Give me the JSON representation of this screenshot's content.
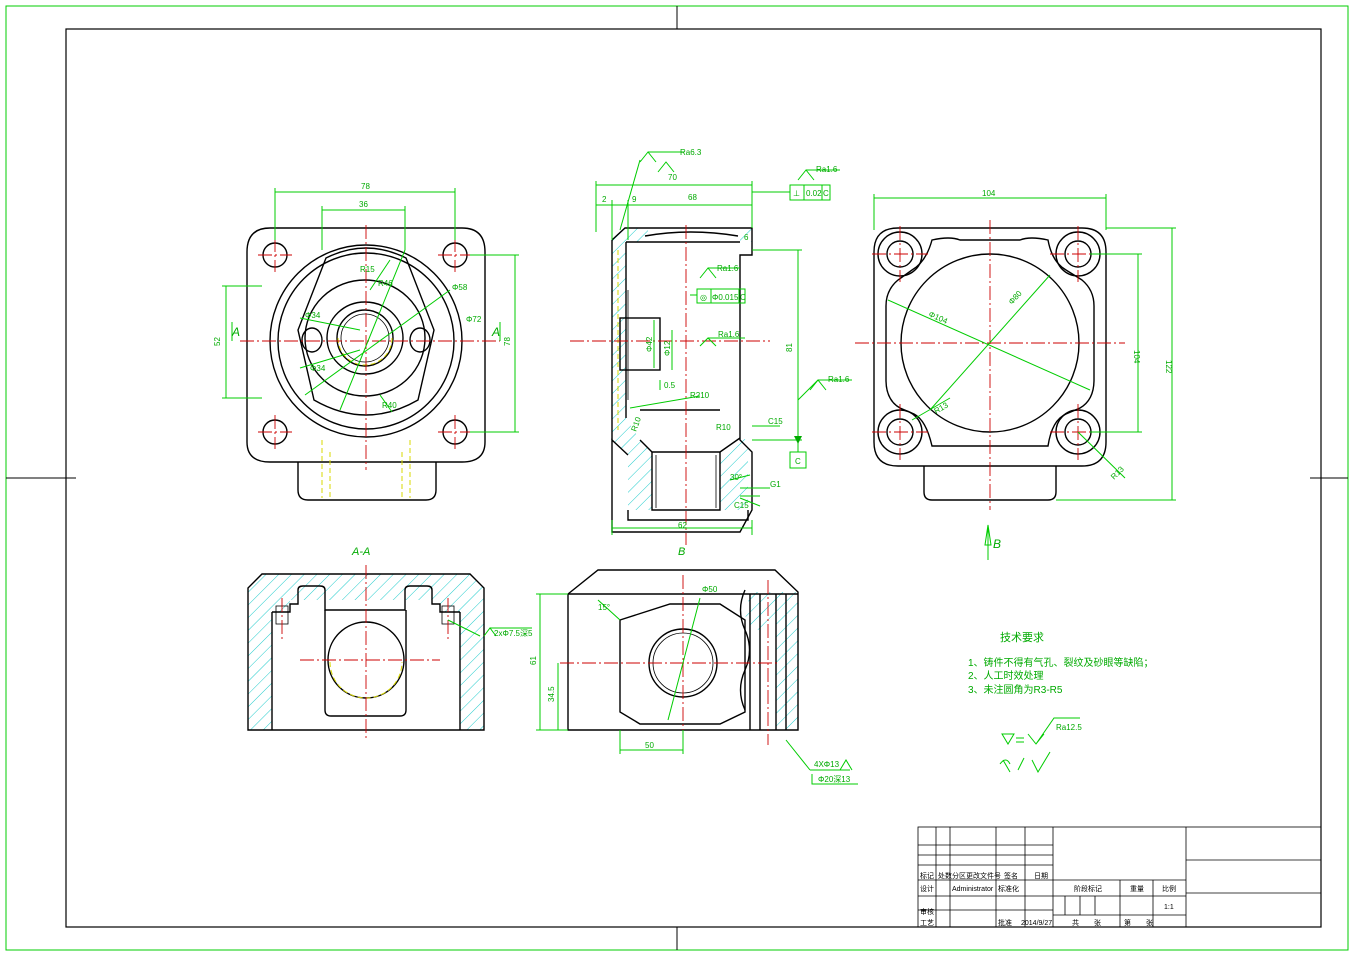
{
  "views": {
    "top": {
      "dims": {
        "d78_top": "78",
        "d36": "36",
        "d52": "52",
        "d78_side": "78",
        "phi58": "Φ58",
        "phi72": "Φ72",
        "phi34a": "Φ34",
        "phi34b": "Φ34",
        "r46": "R46",
        "r15": "R15",
        "r40": "R40"
      },
      "section_left": "A",
      "section_right": "A"
    },
    "side": {
      "dims": {
        "d70": "70",
        "d68": "68",
        "d2": "2",
        "d9": "9",
        "d62": "62",
        "d81": "81",
        "d6": "6",
        "d05": "0.5",
        "r210": "R210",
        "r10a": "R10",
        "r10b": "R10",
        "c15a": "C15",
        "c15b": "C15",
        "d30": "30°",
        "g1": "G1",
        "phi42": "Φ42",
        "phi12": "Φ12"
      },
      "roughness": {
        "top": "Ra6.3",
        "ra16a": "Ra1.6",
        "ra16b": "Ra1.6",
        "ra16c": "Ra1.6",
        "ra16d": "Ra1.6"
      },
      "tolerances": {
        "perp": "0.02",
        "perp_ref": "C",
        "coax": "Φ0.015",
        "coax_ref": "C"
      },
      "datum": "C"
    },
    "right": {
      "dims": {
        "d104_top": "104",
        "d104_side": "104",
        "d122": "122",
        "phi104": "Φ104",
        "phi80": "Φ80",
        "r13a": "R13",
        "r13b": "R13"
      },
      "arrow_label": "B"
    },
    "section": {
      "title": "A-A",
      "note": "2xΦ7.5深5"
    },
    "bview": {
      "title": "B",
      "dims": {
        "phi50": "Φ50",
        "d15": "15°",
        "d61": "61",
        "d345": "34.5",
        "d50": "50"
      },
      "note1": "4XΦ13",
      "note2": "Φ20深13"
    }
  },
  "tech": {
    "title": "技术要求",
    "items": [
      "1、铸件不得有气孔、裂纹及砂眼等缺陷；",
      "2、人工时效处理",
      "3、未注圆角为R3-R5"
    ],
    "ra": "Ra12.5"
  },
  "title_block": {
    "row_labels": [
      "标记",
      "处数",
      "分区",
      "更改文件号",
      "签名",
      "日期"
    ],
    "design": "设计",
    "designer": "Administrator",
    "std": "标准化",
    "check": "审核",
    "craft": "工艺",
    "approve": "批准",
    "date": "2014/9/27",
    "stage": "阶段标记",
    "weight": "重量",
    "scale_label": "比例",
    "scale": "1:1",
    "sheets": "共",
    "sheet": "张",
    "sheet_of": "第",
    "sheet_unit": "张"
  }
}
